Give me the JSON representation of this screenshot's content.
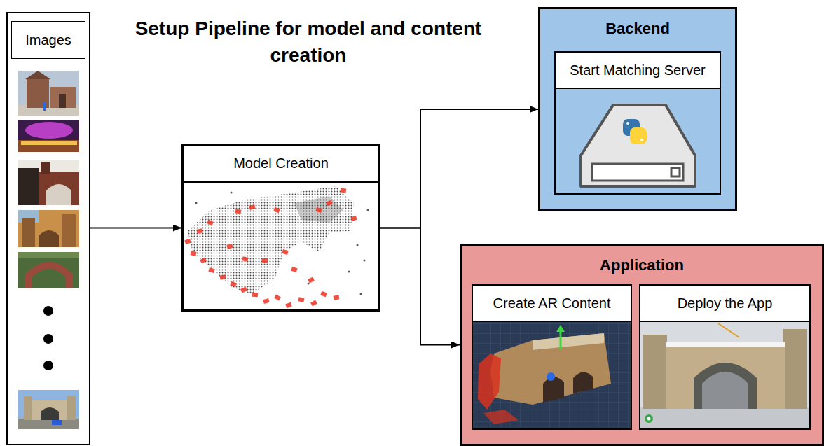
{
  "diagram": {
    "title": "Setup Pipeline for model and content creation",
    "nodes": [
      {
        "text": [
          "Images"
        ]
      },
      {
        "text": [
          "Model Creation"
        ]
      },
      {
        "text": [
          "Backend"
        ]
      },
      {
        "text": [
          "Start Matching Server"
        ],
        "in": 2
      },
      {
        "text": [
          "Application"
        ]
      },
      {
        "text": [
          "Create AR Content"
        ],
        "in": 4
      },
      {
        "text": [
          "Deploy the App"
        ],
        "in": 4
      }
    ],
    "edges": [
      {
        "from": 0,
        "to": 1,
        "arrow": "to"
      },
      {
        "from": 1,
        "to": 2,
        "arrow": "to"
      },
      {
        "from": 1,
        "to": 4,
        "arrow": "to"
      }
    ]
  }
}
